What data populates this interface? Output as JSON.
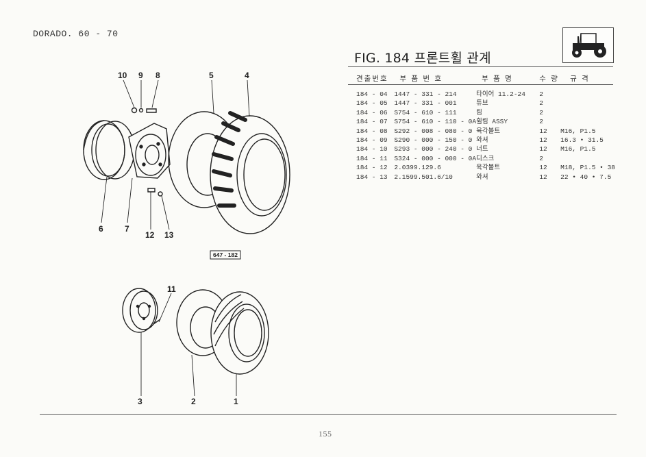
{
  "header": {
    "model": "DORADO. 60 - 70",
    "figure_title": "FIG. 184 프론트휠 관계",
    "thumbnail_icon": "tractor-icon"
  },
  "table": {
    "headers": {
      "ref_no": "견출번호",
      "part_no": "부 품 번 호",
      "part_name": "부 품 명",
      "quantity": "수 량",
      "spec": "규  격"
    },
    "rows": [
      {
        "ref_no": "184 - 04",
        "part_no": "1447 - 331 - 214",
        "part_name": "타이어 11.2-24",
        "quantity": "2",
        "spec": ""
      },
      {
        "ref_no": "184 - 05",
        "part_no": "1447 - 331 - 001",
        "part_name": "튜브",
        "quantity": "2",
        "spec": ""
      },
      {
        "ref_no": "184 - 06",
        "part_no": "S754 - 610 - 111",
        "part_name": "림",
        "quantity": "2",
        "spec": ""
      },
      {
        "ref_no": "184 - 07",
        "part_no": "S754 - 610 - 110 - 0A",
        "part_name": "휠림 ASSY",
        "quantity": "2",
        "spec": ""
      },
      {
        "ref_no": "184 - 08",
        "part_no": "S292 - 008 - 080 - 0",
        "part_name": "육각볼트",
        "quantity": "12",
        "spec": "M16, P1.5"
      },
      {
        "ref_no": "184 - 09",
        "part_no": "S290 - 000 - 150 - 0",
        "part_name": "와셔",
        "quantity": "12",
        "spec": "16.3 • 31.5"
      },
      {
        "ref_no": "184 - 10",
        "part_no": "S293 - 000 - 240 - 0",
        "part_name": "너트",
        "quantity": "12",
        "spec": "M16, P1.5"
      },
      {
        "ref_no": "184 - 11",
        "part_no": "S324 - 000 - 000 - 0A",
        "part_name": "디스크",
        "quantity": "2",
        "spec": ""
      },
      {
        "ref_no": "184 - 12",
        "part_no": "2.0399.129.6",
        "part_name": "육각볼트",
        "quantity": "12",
        "spec": "M18, P1.5 • 38"
      },
      {
        "ref_no": "184 - 13",
        "part_no": "2.1599.501.6/10",
        "part_name": "와셔",
        "quantity": "12",
        "spec": "22 • 40 • 7.5"
      }
    ]
  },
  "diagram": {
    "reference_code": "647 - 182",
    "callouts_top": [
      "10",
      "9",
      "8",
      "5",
      "4",
      "6",
      "7",
      "12",
      "13"
    ],
    "callouts_bottom": [
      "11",
      "3",
      "2",
      "1"
    ]
  },
  "footer": {
    "page_number": "155"
  }
}
